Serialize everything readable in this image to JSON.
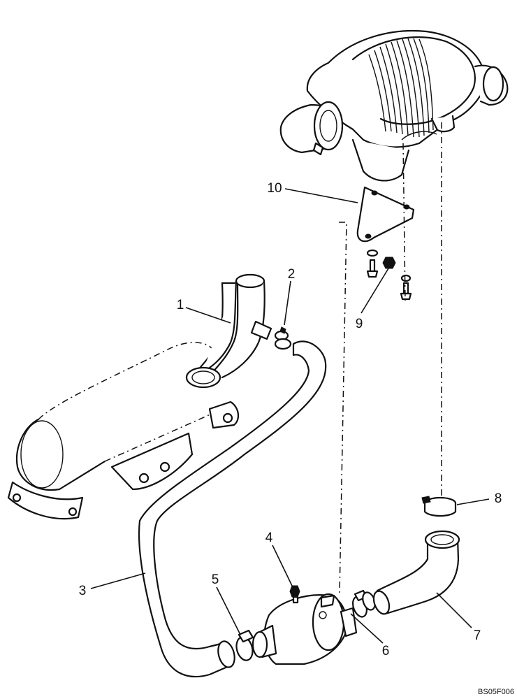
{
  "callouts": {
    "c1": "1",
    "c2": "2",
    "c3": "3",
    "c4": "4",
    "c5": "5",
    "c6": "6",
    "c7": "7",
    "c8": "8",
    "c9": "9",
    "c10": "10"
  },
  "drawing_code": "BS05F006"
}
